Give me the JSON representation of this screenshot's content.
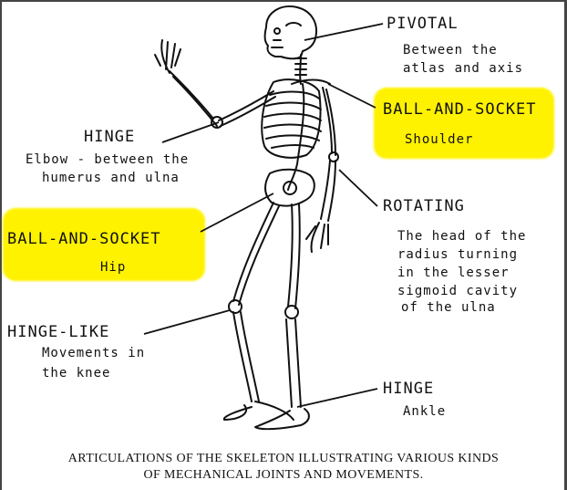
{
  "labels": {
    "pivotal": {
      "title": "PIVOTAL",
      "desc": [
        "Between the",
        "atlas and axis"
      ]
    },
    "shoulder": {
      "title": "BALL-AND-SOCKET",
      "desc": [
        "Shoulder"
      ]
    },
    "elbow": {
      "title": "HINGE",
      "desc": [
        "Elbow - between the",
        "humerus and ulna"
      ]
    },
    "rotating": {
      "title": "ROTATING",
      "desc": [
        "The head of the",
        "radius turning",
        "in the lesser",
        "sigmoid cavity",
        "of the ulna"
      ]
    },
    "hip": {
      "title": "BALL-AND-SOCKET",
      "desc": [
        "Hip"
      ]
    },
    "knee": {
      "title": "HINGE-LIKE",
      "desc": [
        "Movements in",
        "the knee"
      ]
    },
    "ankle": {
      "title": "HINGE",
      "desc": [
        "Ankle"
      ]
    }
  },
  "caption": {
    "line1": "ARTICULATIONS OF THE SKELETON ILLUSTRATING VARIOUS KINDS",
    "line2": "OF MECHANICAL JOINTS AND MOVEMENTS."
  },
  "colors": {
    "highlight": "#fff200",
    "ink": "#111111"
  }
}
